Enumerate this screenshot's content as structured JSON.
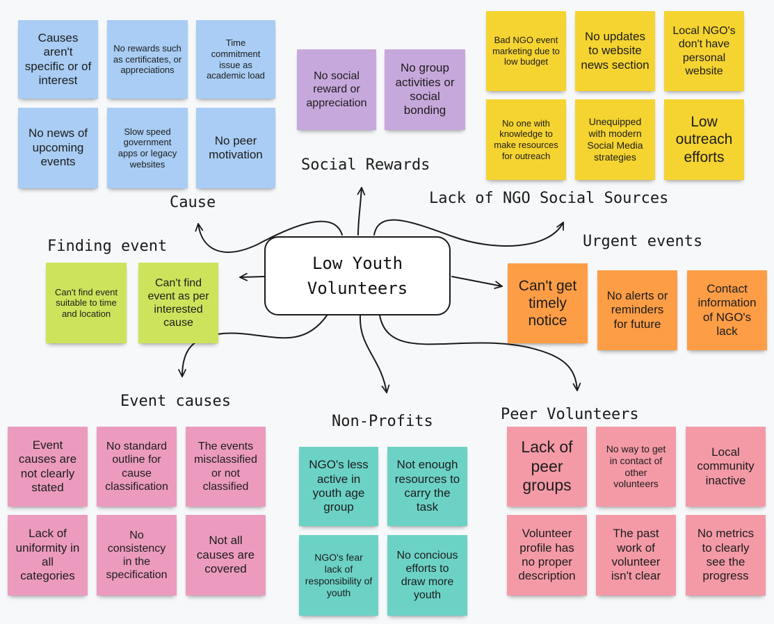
{
  "center": {
    "line1": "Low Youth",
    "line2": "Volunteers"
  },
  "labels": {
    "cause": "Cause",
    "social_rewards": "Social Rewards",
    "lack_ngo": "Lack of NGO Social Sources",
    "finding_event": "Finding event",
    "urgent_events": "Urgent events",
    "event_causes": "Event causes",
    "non_profits": "Non-Profits",
    "peer_volunteers": "Peer Volunteers"
  },
  "notes": {
    "cause": [
      "Causes aren't specific or of interest",
      "No  rewards such as certificates, or appreciations",
      "Time commitment issue as academic load",
      "No news of upcoming events",
      "Slow speed government apps or legacy websites",
      "No peer motivation"
    ],
    "social": [
      "No social reward or appreciation",
      "No group activities or social bonding"
    ],
    "ngo": [
      "Bad NGO event marketing due to low budget",
      "No updates to website news section",
      "Local NGO's don't have personal website",
      "No one with knowledge to make resources for outreach",
      "Unequipped with modern Social Media strategies",
      "Low outreach efforts"
    ],
    "finding": [
      "Can't find event suitable to time and location",
      "Can't find event as per interested cause"
    ],
    "urgent": [
      "Can't get timely notice",
      "No alerts or reminders for future",
      "Contact information of NGO's lack"
    ],
    "event_causes": [
      "Event causes are not clearly stated",
      "No standard outline for cause classification",
      "The events misclassified or not classified",
      "Lack of uniformity in all categories",
      "No consistency in the specification",
      "Not all causes are covered"
    ],
    "nonprofits": [
      "NGO's less active in youth age group",
      "Not enough resources to carry the task",
      "NGO's fear lack of responsibility of youth",
      "No concious efforts to draw more youth"
    ],
    "peer": [
      "Lack of peer groups",
      "No way to get in contact of other volunteers",
      "Local community inactive",
      "Volunteer profile has no proper description",
      "The past work of volunteer isn't clear",
      "No metrics to clearly see the progress"
    ]
  },
  "colors": {
    "cause": "#a9cdf4",
    "social": "#c7a8dc",
    "ngo": "#f5d431",
    "finding": "#cde35c",
    "urgent": "#fd9d46",
    "event_causes": "#ec9bbf",
    "nonprofits": "#6cd2c6",
    "peer": "#f49aa7"
  }
}
